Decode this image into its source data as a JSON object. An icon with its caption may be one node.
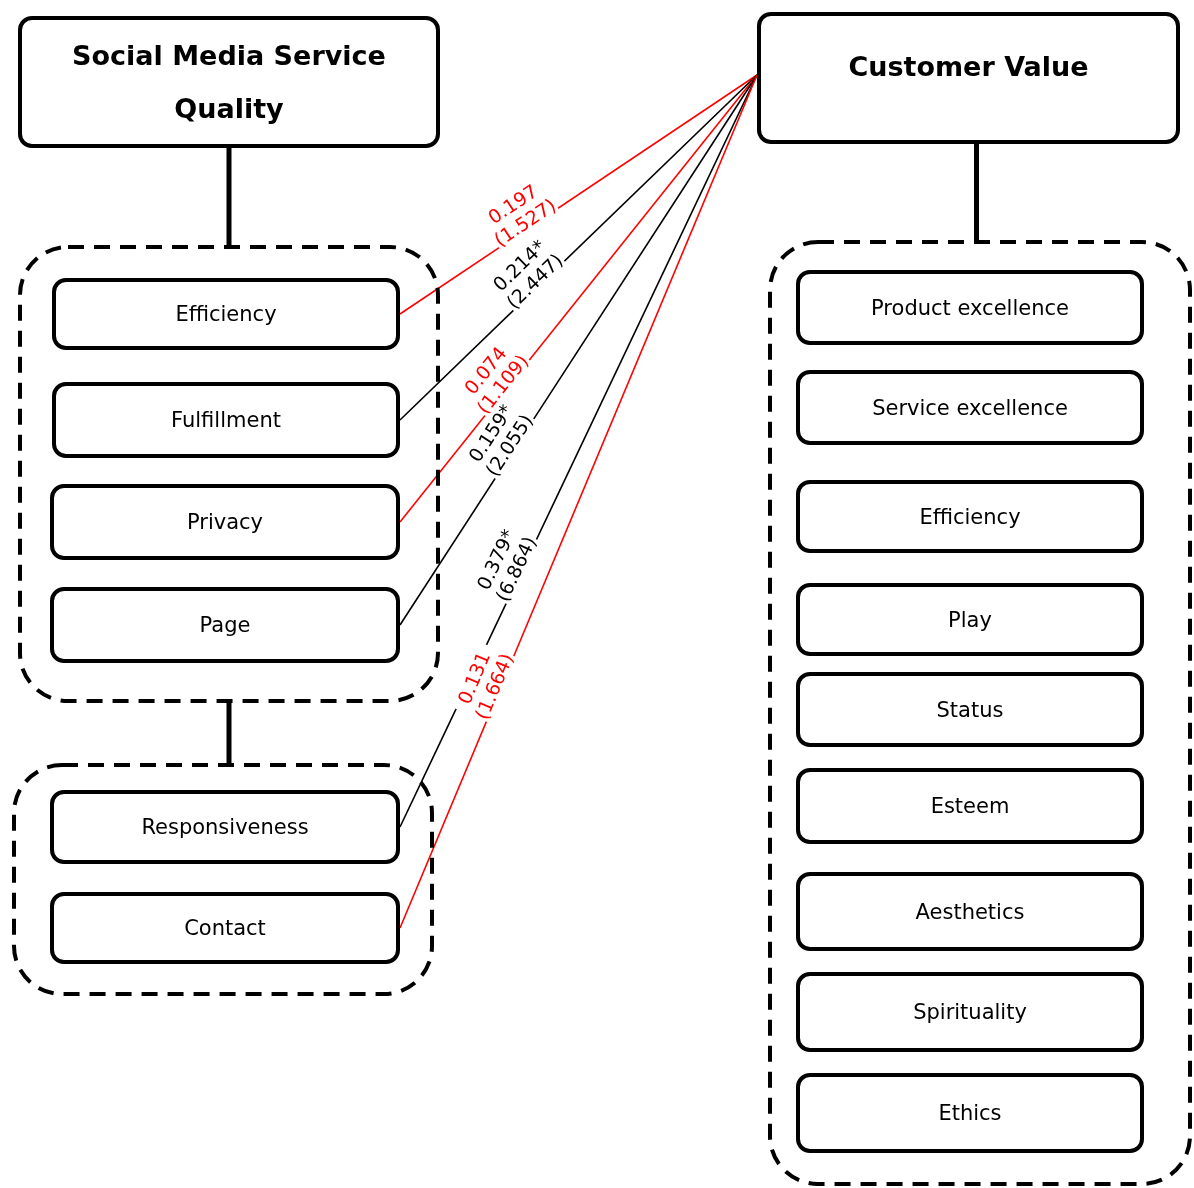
{
  "diagram": {
    "nodes": [
      {
        "text": [
          "Social Media Service Quality"
        ]
      },
      {
        "text": [],
        "shape": "box"
      },
      {
        "text": [
          "Efficiency"
        ],
        "in": 1
      },
      {
        "text": [
          "Fulfillment"
        ],
        "in": 1
      },
      {
        "text": [
          "Privacy"
        ],
        "in": 1
      },
      {
        "text": [
          "Page"
        ],
        "in": 1
      },
      {
        "text": [],
        "shape": "box"
      },
      {
        "text": [
          "Responsiveness"
        ],
        "in": 6
      },
      {
        "text": [
          "Contact"
        ],
        "in": 6
      },
      {
        "text": [
          "Customer Value"
        ]
      },
      {
        "text": [],
        "shape": "box"
      },
      {
        "text": [
          "Product excellence"
        ],
        "in": 10
      },
      {
        "text": [
          "Service excellence"
        ],
        "in": 10
      },
      {
        "text": [
          "Efficiency"
        ],
        "in": 10
      },
      {
        "text": [
          "Play"
        ],
        "in": 10
      },
      {
        "text": [
          "Status"
        ],
        "in": 10
      },
      {
        "text": [
          "Esteem"
        ],
        "in": 10
      },
      {
        "text": [
          "Aesthetics"
        ],
        "in": 10
      },
      {
        "text": [
          "Spirituality"
        ],
        "in": 10
      },
      {
        "text": [
          "Ethics"
        ],
        "in": 10
      }
    ],
    "edges": [
      {
        "from": 0,
        "to": 1,
        "arrow": "none",
        "style": "thick"
      },
      {
        "from": 1,
        "to": 6,
        "arrow": "none",
        "style": "thick"
      },
      {
        "from": 9,
        "to": 10,
        "arrow": "none",
        "style": "thick"
      },
      {
        "from": 2,
        "to": 9,
        "arrow": "none",
        "label": "0.197 (1.527)",
        "color": "#ff0000"
      },
      {
        "from": 3,
        "to": 9,
        "arrow": "none",
        "label": "0.214* (2.447)"
      },
      {
        "from": 4,
        "to": 9,
        "arrow": "none",
        "label": "0.074 (1.109)",
        "color": "#ff0000"
      },
      {
        "from": 5,
        "to": 9,
        "arrow": "none",
        "label": "0.159* (2.055)"
      },
      {
        "from": 7,
        "to": 9,
        "arrow": "none",
        "label": "0.379* (6.864)"
      },
      {
        "from": 8,
        "to": 9,
        "arrow": "none",
        "label": "0.131 (1.664)",
        "color": "#ff0000"
      }
    ]
  }
}
